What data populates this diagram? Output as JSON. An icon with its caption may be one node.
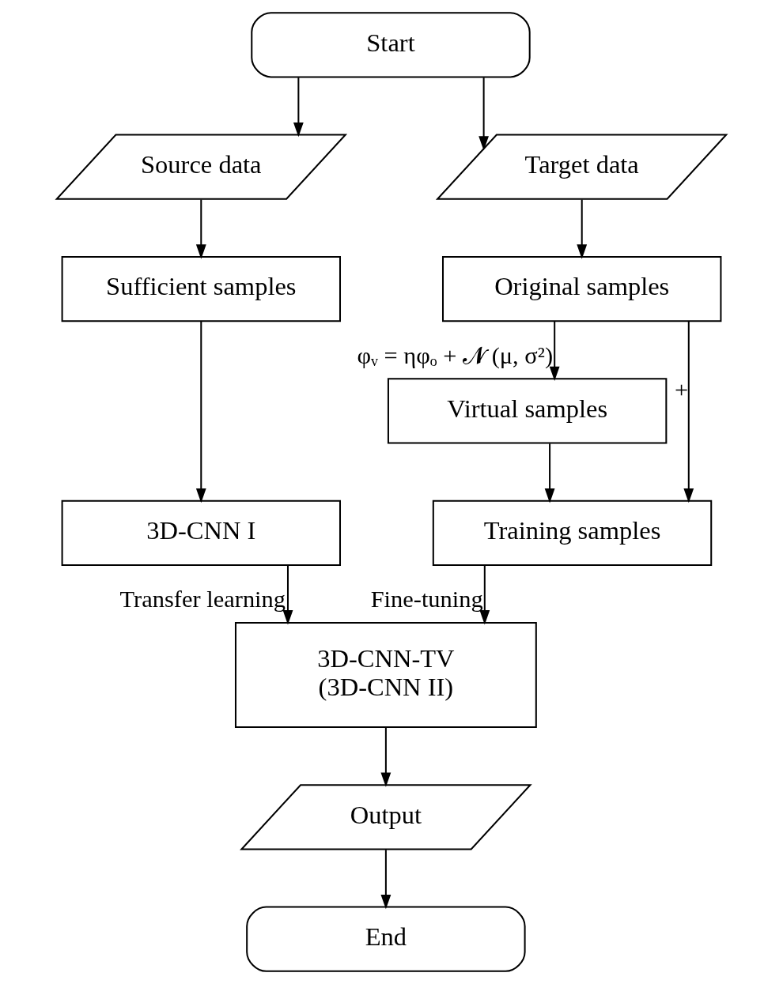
{
  "diagram": {
    "nodes": [
      {
        "text": [
          "Start"
        ]
      },
      {
        "text": [
          "Source data"
        ]
      },
      {
        "text": [
          "Target data"
        ]
      },
      {
        "text": [
          "Sufficient samples"
        ]
      },
      {
        "text": [
          "Original samples"
        ]
      },
      {
        "text": [
          "3D-CNN I"
        ]
      },
      {
        "text": [
          "Virtual samples"
        ]
      },
      {
        "text": [
          "Training samples"
        ]
      },
      {
        "text": [
          "3D-CNN-TV",
          "(3D-CNN II)"
        ]
      },
      {
        "text": [
          "Output"
        ]
      },
      {
        "text": [
          "End"
        ]
      }
    ],
    "edges": [
      {
        "from": 0,
        "to": 1,
        "arrow": "to"
      },
      {
        "from": 0,
        "to": 2,
        "arrow": "to"
      },
      {
        "from": 1,
        "to": 3,
        "arrow": "to"
      },
      {
        "from": 2,
        "to": 4,
        "arrow": "to"
      },
      {
        "from": 3,
        "to": 5,
        "arrow": "to"
      },
      {
        "from": 4,
        "to": 6,
        "arrow": "to",
        "label": "φᵥ = ηφₒ + 𝓝 (μ, σ²)"
      },
      {
        "from": 4,
        "to": 7,
        "arrow": "to",
        "label": "+"
      },
      {
        "from": 6,
        "to": 7,
        "arrow": "to"
      },
      {
        "from": 5,
        "to": 8,
        "arrow": "to",
        "label": "Transfer learning"
      },
      {
        "from": 7,
        "to": 8,
        "arrow": "to",
        "label": "Fine-tuning"
      },
      {
        "from": 8,
        "to": 9,
        "arrow": "to"
      },
      {
        "from": 9,
        "to": 10,
        "arrow": "to"
      }
    ]
  }
}
